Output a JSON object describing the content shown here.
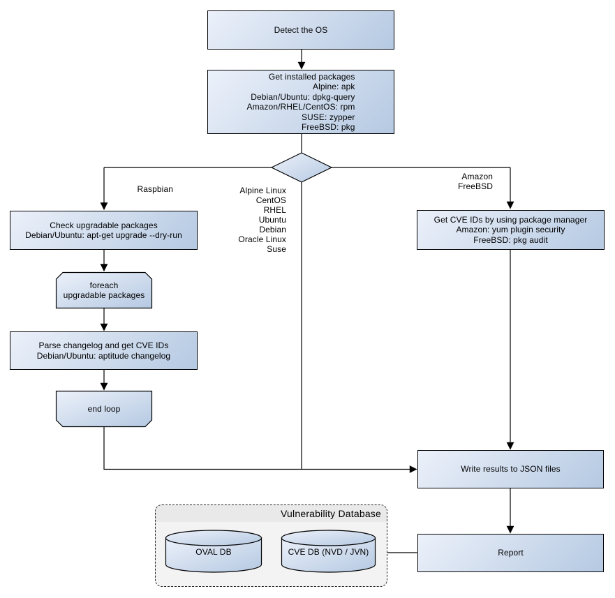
{
  "diagram": {
    "background": "#ffffff",
    "colors": {
      "node_fill_light": "#ecf1fa",
      "node_fill_dark": "#b5c9e2",
      "node_border": "#000000",
      "connector": "#000000",
      "container_fill": "#f3f3f3",
      "container_title_band": "#e9e9e9",
      "container_border": "#222222",
      "text": "#000000"
    },
    "nodes": {
      "detect_os": {
        "label": "Detect the OS"
      },
      "get_installed": {
        "lines": [
          "Get installed packages",
          "Alpine: apk",
          "Debian/Ubuntu: dpkg-query",
          "Amazon/RHEL/CentOS: rpm",
          "SUSE: zypper",
          "FreeBSD: pkg"
        ]
      },
      "check_upgradable": {
        "lines": [
          "Check upgradable packages",
          "Debian/Ubuntu: apt-get upgrade --dry-run"
        ]
      },
      "foreach_loop": {
        "lines": [
          "foreach",
          "upgradable packages"
        ]
      },
      "parse_changelog": {
        "lines": [
          "Parse changelog and get CVE IDs",
          "Debian/Ubuntu: aptitude changelog"
        ]
      },
      "end_loop": {
        "label": "end loop"
      },
      "get_cve_ids": {
        "lines": [
          "Get CVE IDs by using package manager",
          "Amazon: yum plugin security",
          "FreeBSD: pkg audit"
        ]
      },
      "write_results": {
        "label": "Write results to JSON files"
      },
      "report": {
        "label": "Report"
      },
      "vuln_db": {
        "title": "Vulnerability Database",
        "oval_db": "OVAL DB",
        "cve_db": "CVE DB (NVD / JVN)"
      }
    },
    "edge_labels": {
      "raspbian": "Raspbian",
      "os_list": [
        "Alpine Linux",
        "CentOS",
        "RHEL",
        "Ubuntu",
        "Debian",
        "Oracle Linux",
        "Suse"
      ],
      "amazon_freebsd": [
        "Amazon",
        "FreeBSD"
      ]
    }
  }
}
